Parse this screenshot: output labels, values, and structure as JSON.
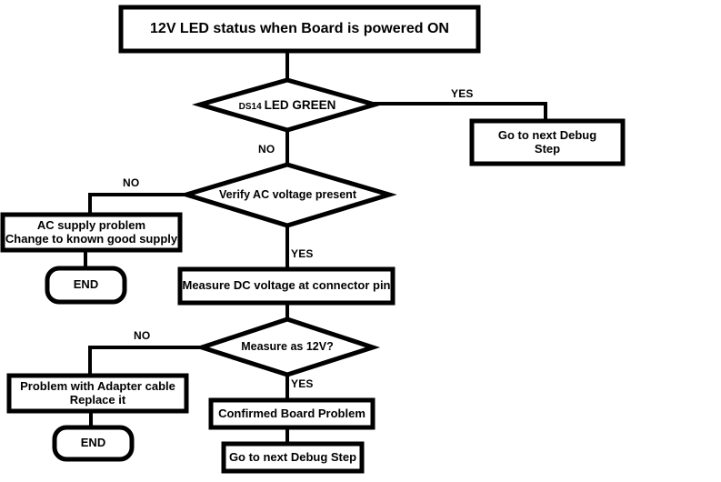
{
  "diagram": {
    "type": "flowchart",
    "title_node": {
      "label": "12V LED status when Board is powered ON"
    },
    "decisions": [
      {
        "id": "ds14-led-green",
        "prefix": "DS14",
        "label": "LED GREEN",
        "yes_label": "YES",
        "no_label": "NO"
      },
      {
        "id": "verify-ac-voltage",
        "label": "Verify AC voltage present",
        "yes_label": "YES",
        "no_label": "NO"
      },
      {
        "id": "measure-as-12v",
        "label": "Measure as 12V?",
        "yes_label": "YES",
        "no_label": "NO"
      }
    ],
    "processes": [
      {
        "id": "go-to-next-debug-step-top",
        "label": "Go to next Debug\nStep"
      },
      {
        "id": "ac-supply-problem",
        "label": "AC supply problem\nChange to known good supply"
      },
      {
        "id": "measure-dc-voltage",
        "label": "Measure DC voltage at connector pin"
      },
      {
        "id": "problem-with-adapter-cable",
        "label": "Problem with Adapter cable\nReplace it"
      },
      {
        "id": "confirmed-board-problem",
        "label": "Confirmed Board Problem"
      },
      {
        "id": "go-to-next-debug-step-bottom",
        "label": "Go to next Debug Step"
      }
    ],
    "terminators": [
      {
        "id": "end-ac-supply",
        "label": "END"
      },
      {
        "id": "end-adapter-cable",
        "label": "END"
      }
    ],
    "colors": {
      "stroke": "#000000",
      "fill": "#ffffff",
      "text": "#000000",
      "background": "#ffffff"
    }
  }
}
